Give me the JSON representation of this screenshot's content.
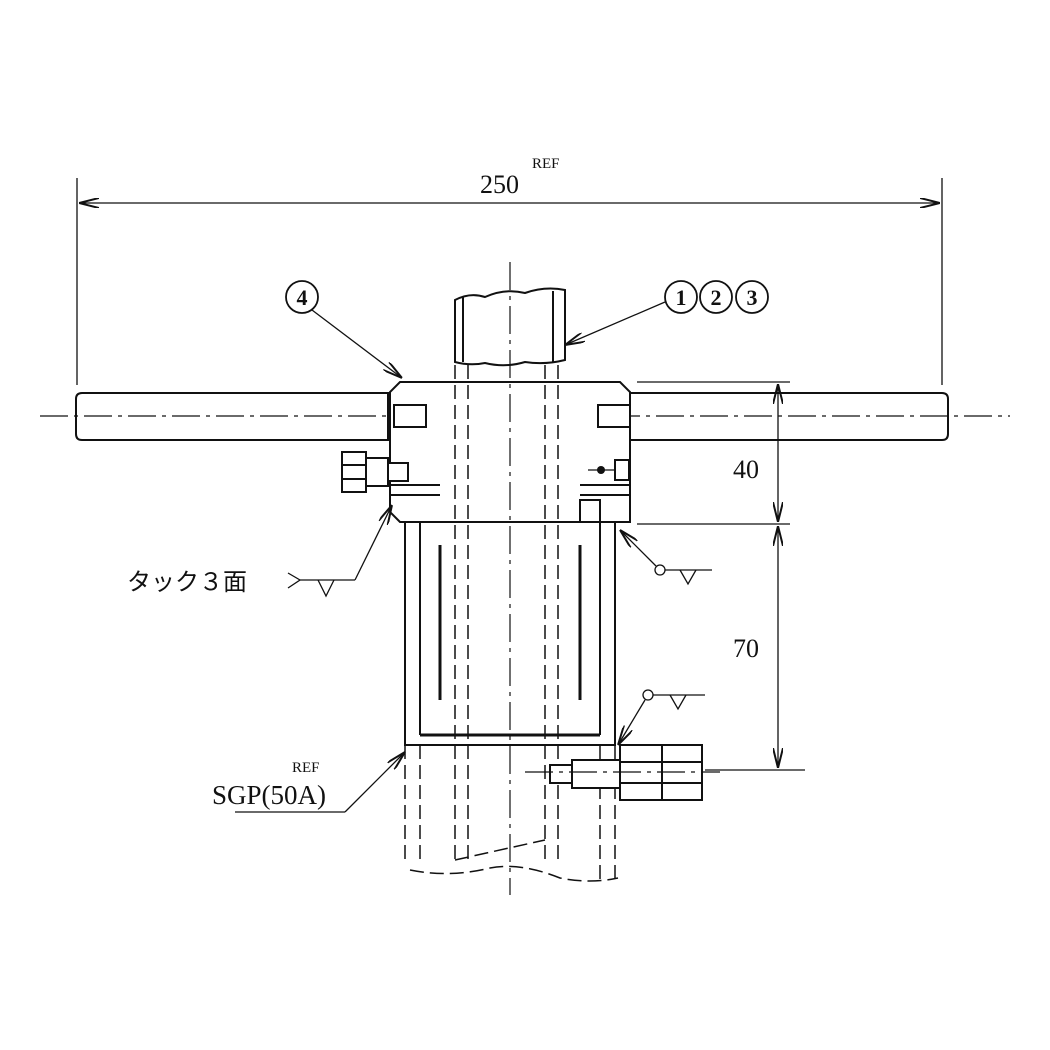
{
  "dimensions": {
    "overall_width": {
      "value": "250",
      "note": "REF"
    },
    "flange_height": {
      "value": "40"
    },
    "socket_depth": {
      "value": "70"
    }
  },
  "balloons": {
    "part_a": "4",
    "part_b": "1",
    "part_c": "2",
    "part_d": "3"
  },
  "annotations": {
    "tack_weld": "タック３面",
    "pipe_spec": "SGP(50A)",
    "pipe_spec_note": "REF"
  }
}
